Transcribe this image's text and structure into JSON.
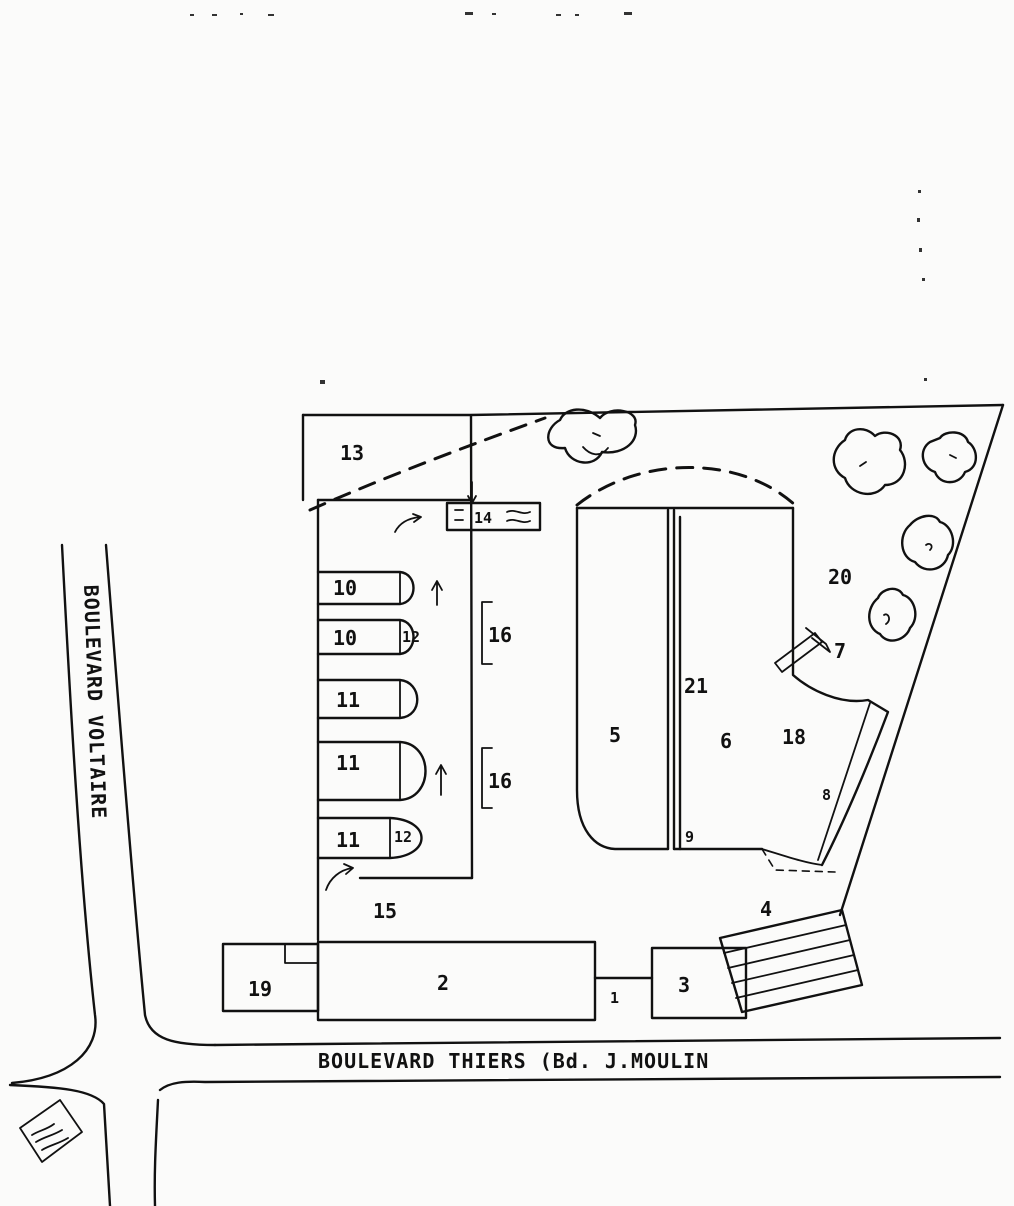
{
  "streets": {
    "voltaire": "BOULEVARD VOLTAIRE",
    "thiers": "BOULEVARD THIERS (Bd. J.MOULIN"
  },
  "labels": {
    "l13": "13",
    "l14": "14",
    "l10a": "10",
    "l10b": "10",
    "l12a": "12",
    "l11a": "11",
    "l11b": "11",
    "l11c": "11",
    "l12b": "12",
    "l16a": "16",
    "l16b": "16",
    "l15": "15",
    "l5": "5",
    "l21": "21",
    "l6": "6",
    "l9": "9",
    "l18": "18",
    "l8": "8",
    "l7": "7",
    "l20": "20",
    "l4": "4",
    "l2": "2",
    "l1": "1",
    "l3": "3",
    "l19": "19"
  }
}
